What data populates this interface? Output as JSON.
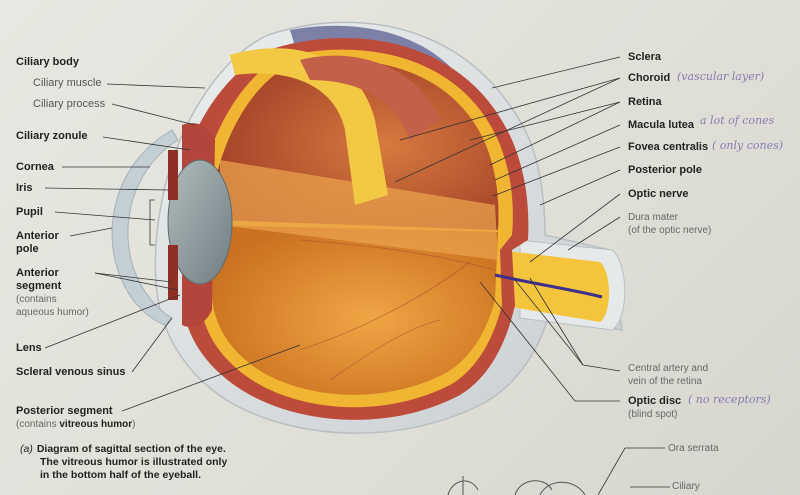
{
  "labels": {
    "ciliary_body": "Ciliary body",
    "ciliary_muscle": "Ciliary muscle",
    "ciliary_process": "Ciliary process",
    "ciliary_zonule": "Ciliary zonule",
    "cornea": "Cornea",
    "iris": "Iris",
    "pupil": "Pupil",
    "anterior_pole_1": "Anterior",
    "anterior_pole_2": "pole",
    "anterior_segment_1": "Anterior",
    "anterior_segment_2": "segment",
    "anterior_segment_3": "(contains",
    "anterior_segment_4": "aqueous humor)",
    "lens": "Lens",
    "scleral_venous_sinus": "Scleral venous sinus",
    "posterior_segment_1": "Posterior segment",
    "posterior_segment_2a": "(contains ",
    "posterior_segment_2b": "vitreous humor",
    "posterior_segment_2c": ")",
    "sclera": "Sclera",
    "choroid": "Choroid",
    "retina": "Retina",
    "macula_lutea": "Macula lutea",
    "fovea_centralis": "Fovea centralis",
    "posterior_pole": "Posterior pole",
    "optic_nerve": "Optic nerve",
    "dura_mater_1": "Dura mater",
    "dura_mater_2": "(of the optic nerve)",
    "central_artery_1": "Central artery and",
    "central_artery_2": "vein of the retina",
    "optic_disc_1": "Optic disc",
    "optic_disc_2": "(blind spot)",
    "ora_serrata": "Ora serrata",
    "ciliary_bottom": "Ciliary"
  },
  "handwritten": {
    "choroid_note": "(vascular layer)",
    "macula_note": "a lot of cones",
    "fovea_note": "( only cones)",
    "optic_disc_note": "( no receptors)"
  },
  "caption": {
    "tag": "(a)",
    "line1": "Diagram of sagittal section of the eye.",
    "line2": "The vitreous humor is illustrated only",
    "line3": "in the bottom half of the eyeball."
  },
  "colors": {
    "sclera": "#dfe3e6",
    "choroid": "#b8473a",
    "retina": "#f0b52e",
    "vitreous": "#e3902f",
    "lens": "#8f9c9f",
    "cornea": "#c3cfd4",
    "optic_nerve": "#f3c43a",
    "vessel": "#3f2f8c",
    "leader": "#333333"
  }
}
